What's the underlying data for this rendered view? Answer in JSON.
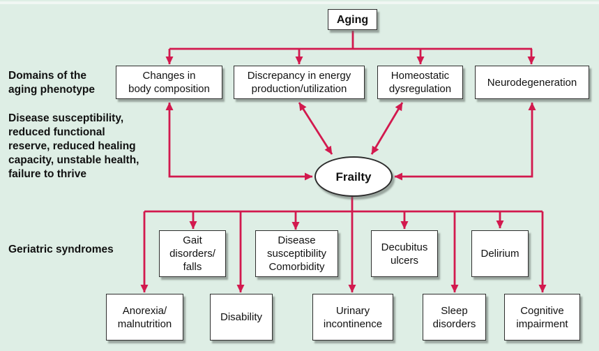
{
  "colors": {
    "background": "#deeee5",
    "arrow": "#d2194e",
    "box_fill": "#ffffff",
    "box_border": "#2d2d2d",
    "text": "#111111"
  },
  "side_labels": {
    "domains": "Domains of the\naging phenotype",
    "susceptibility": "Disease susceptibility,\nreduced functional\nreserve, reduced healing\ncapacity, unstable health,\nfailure to thrive",
    "geriatric": "Geriatric syndromes"
  },
  "nodes": {
    "aging": "Aging",
    "frailty": "Frailty",
    "domains": [
      {
        "label": "Changes in\nbody composition"
      },
      {
        "label": "Discrepancy in energy\nproduction/utilization"
      },
      {
        "label": "Homeostatic\ndysregulation"
      },
      {
        "label": "Neurodegeneration"
      }
    ],
    "syndromes_row1": [
      {
        "label": "Gait\ndisorders/\nfalls"
      },
      {
        "label": "Disease\nsusceptibility\nComorbidity"
      },
      {
        "label": "Decubitus\nulcers"
      },
      {
        "label": "Delirium"
      }
    ],
    "syndromes_row2": [
      {
        "label": "Anorexia/\nmalnutrition"
      },
      {
        "label": "Disability"
      },
      {
        "label": "Urinary\nincontinence"
      },
      {
        "label": "Sleep\ndisorders"
      },
      {
        "label": "Cognitive\nimpairment"
      }
    ]
  }
}
